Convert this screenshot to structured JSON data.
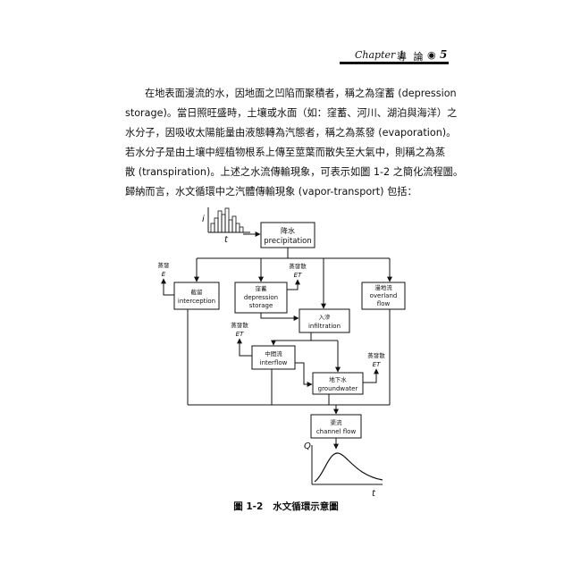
{
  "header": {
    "chapter": "Chapter 1",
    "title": "導 論",
    "bullet": "◉",
    "page_number": "5"
  },
  "paragraph": {
    "lines": [
      "在地表面漫流的水，因地面之凹陷而聚積者，稱之為窪蓄 (depression",
      "storage)。當日照旺盛時，土壤或水面（如：窪蓄、河川、湖泊與海洋）之",
      "水分子，因吸收太陽能量由液態轉為汽態者，稱之為蒸發 (evaporation)。",
      "若水分子是由土壤中經植物根系上傳至莖葉而散失至大氣中，則稱之為蒸",
      "散 (transpiration)。上述之水流傳輸現象，可表示如圖 1-2 之簡化流程圖。",
      "歸納而言，水文循環中之汽體傳輸現象 (vapor-transport) 包括："
    ]
  },
  "diagram": {
    "hyetograph": {
      "y_label": "i",
      "x_label": "t"
    },
    "precipitation": {
      "zh": "降水",
      "en": "precipitation"
    },
    "interception": {
      "zh": "截留",
      "en": "interception"
    },
    "depression": {
      "zh": "窪蓄",
      "en1": "depression",
      "en2": "storage"
    },
    "overland": {
      "zh": "漫地流",
      "en1": "overland",
      "en2": "flow"
    },
    "infiltration": {
      "zh": "入滲",
      "en": "infiltration"
    },
    "interflow": {
      "zh": "中間流",
      "en": "interflow"
    },
    "groundwater": {
      "zh": "地下水",
      "en": "groundwater"
    },
    "channel": {
      "zh": "渠流",
      "en": "channel flow"
    },
    "evap_e": {
      "zh": "蒸發",
      "en": "E"
    },
    "evap_et1": {
      "zh": "蒸發散",
      "en": "ET"
    },
    "evap_et2": {
      "zh": "蒸發散",
      "en": "ET"
    },
    "evap_et3": {
      "zh": "蒸發散",
      "en": "ET"
    },
    "hydrograph": {
      "y_label": "Q",
      "x_label": "t"
    }
  },
  "caption": {
    "label": "圖 1-2",
    "text": "水文循環示意圖"
  }
}
